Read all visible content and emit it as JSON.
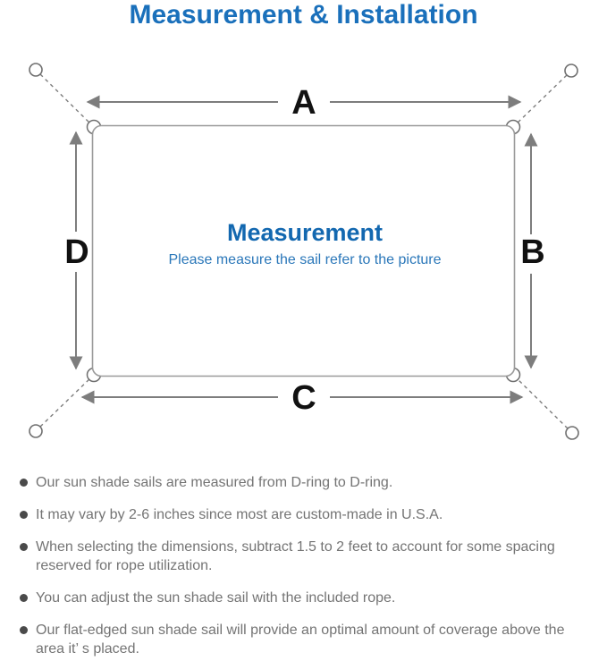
{
  "title": "Measurement & Installation",
  "diagram": {
    "center_title": "Measurement",
    "center_subtitle": "Please measure the sail refer to the picture",
    "label_a": "A",
    "label_b": "B",
    "label_c": "C",
    "label_d": "D"
  },
  "notes": {
    "items": [
      "Our sun shade sails are measured from D-ring to D-ring.",
      "It may vary by 2-6 inches since most are custom-made in U.S.A.",
      "When selecting the dimensions, subtract 1.5 to 2 feet to account for some spacing reserved for rope utilization.",
      "You can adjust the sun shade sail with the included rope.",
      "Our flat-edged sun shade sail will provide an optimal amount of coverage above the area it’ s placed."
    ]
  },
  "colors": {
    "title_blue": "#1a70bb",
    "center_heading_blue": "#1368b0",
    "center_subtitle_blue": "#2a77b9",
    "body_text_gray": "#747474",
    "diagram_line_gray": "#7d7d7d",
    "sail_outline_gray": "#9a9a9a",
    "label_black": "#111111"
  }
}
